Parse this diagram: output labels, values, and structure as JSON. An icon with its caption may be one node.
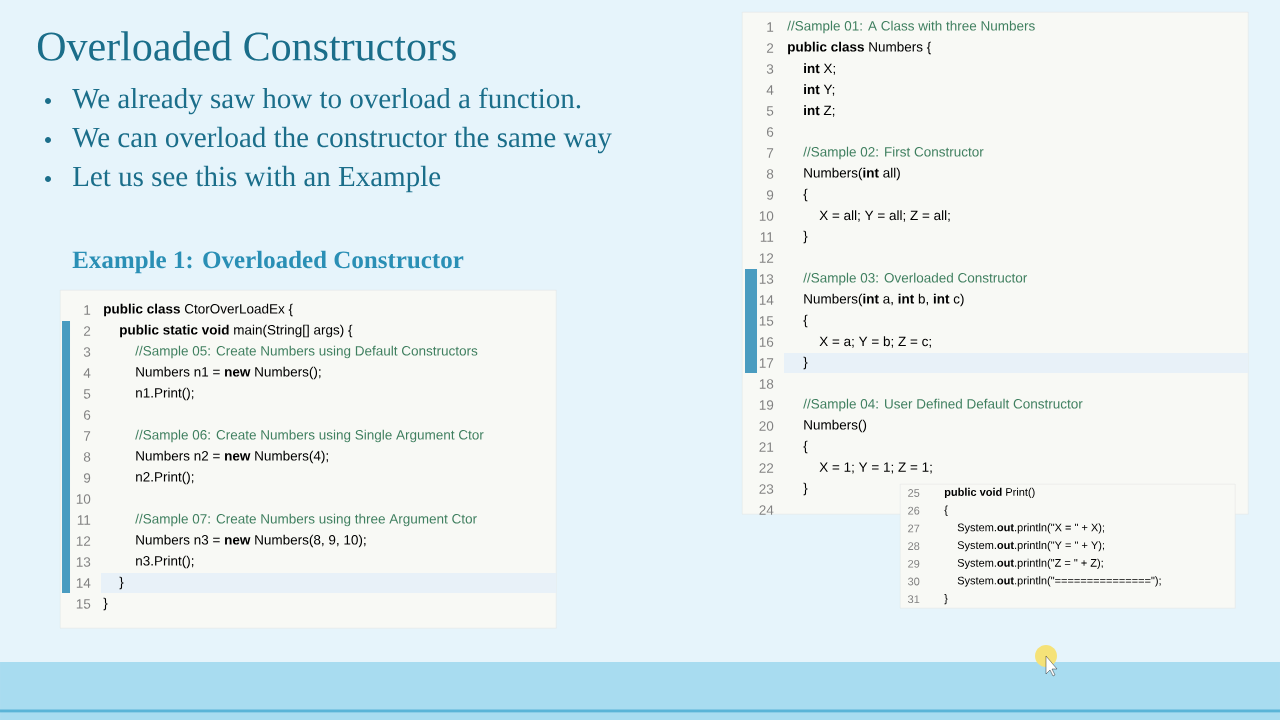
{
  "diagram": {
    "title": "Overloaded Constructors",
    "nodes": [
      {
        "text": [
          "1",
          "**public class** CtorOverLoadEx {",
          "2",
          "**public static void** main(String[] args) {",
          "3",
          "//Sample 05: Create Numbers using Default Constructors",
          "4",
          "Numbers n1 = **new** Numbers();",
          "5",
          "n1.Print();",
          "6",
          "7",
          "//Sample 06: Create Numbers using Single Argument Ctor",
          "8",
          "Numbers n2 = **new** Numbers(4);",
          "9",
          "n2.Print();",
          "10",
          "11",
          "//Sample 07: Create Numbers using three Argument Ctor",
          "12",
          "Numbers n3 = **new** Numbers(8, 9, 10);",
          "13",
          "n3.Print();",
          "14",
          "}",
          "15",
          "}"
        ]
      },
      {
        "text": [
          "1",
          "//Sample 01: A Class with three Numbers",
          "2",
          "**public class** Numbers {",
          "3",
          "**int** X;",
          "4",
          "**int** Y;",
          "5",
          "**int** Z;",
          "6",
          "7",
          "//Sample 02: First Constructor",
          "8",
          "Numbers(**int** all)",
          "9",
          "{",
          "10",
          "X = all;  Y = all;  Z = all;",
          "11",
          "}",
          "12",
          "13",
          "//Sample 03: Overloaded Constructor",
          "14",
          "Numbers(**int** a, **int** b, **int** c)",
          "15",
          "{",
          "16",
          "X = a;  Y = b;  Z = c;",
          "17",
          "}",
          "18",
          "19",
          "//Sample 04: User Defined Default Constructor",
          "20",
          "Numbers()",
          "21",
          "{",
          "22",
          "X = 1;  Y = 1;  Z = 1;",
          "23",
          "}",
          "24"
        ]
      },
      {
        "text": [
          "25",
          "**public void** Print()",
          "26",
          "{",
          "27",
          "System.**out**.println(\"X = \" + X);",
          "28",
          "System.**out**.println(\"Y = \" + Y);",
          "29",
          "System.**out**.println(\"Z = \" + Z);",
          "30",
          "System.**out**.println(\"===============\");",
          "31",
          "}"
        ]
      }
    ],
    "labels": [
      "We already saw how to overload a function.",
      "We can overload the constructor the same way",
      "Let us see this with an Example",
      "Example 1: Overloaded Constructor"
    ]
  }
}
